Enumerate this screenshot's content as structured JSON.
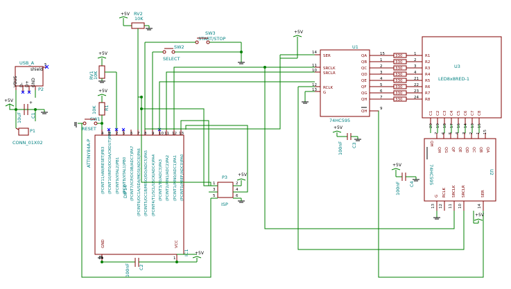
{
  "usb": {
    "ref": "USB_A",
    "shield": "shield",
    "pins": [
      "VBUS",
      "D-",
      "D+",
      "GND"
    ],
    "id": "P2",
    "pin5": "5"
  },
  "conn": {
    "ref": "P1",
    "value": "CONN_01X02",
    "c1ref": "C1",
    "c1val": "10uF",
    "vcc": "+5V",
    "pins": [
      "1",
      "2"
    ]
  },
  "rv2": {
    "ref": "RV2",
    "value": "10K",
    "vcc": "+5V"
  },
  "rv1": {
    "ref": "RV1",
    "value": "10K",
    "vcc": "+5V"
  },
  "r1": {
    "ref": "R1",
    "value": "10K",
    "vcc": "+5V"
  },
  "sw1": {
    "ref": "SW1",
    "value": "RESET"
  },
  "sw2": {
    "ref": "SW2",
    "value": "SELECT"
  },
  "sw3": {
    "ref": "SW3",
    "value": "START/STOP"
  },
  "ic1": {
    "ref": "IC1",
    "part": "ATTINY84A-P",
    "pkg": "DIP14",
    "gnd": "GND",
    "vcc": "VCC",
    "pin_gnd": "14",
    "pin_vcc": "1",
    "pins_top": [
      "4",
      "3",
      "2",
      "5",
      "6",
      "7",
      "8",
      "9",
      "10",
      "11",
      "12",
      "13"
    ],
    "pin_labels": [
      "(PCINT11/dW/RESET)PB3",
      "(PCINT10/INT0/OC0A/CKOUT)PB2",
      "(PCINT9/XTAL2)PB1",
      "(PCINT8/XTAL1)PB0",
      "(PCINT7/ICP/OC0B/ADC7)PA7",
      "(PCINT6/OC1A/SDA/MOSI/ADC6)PA6",
      "(PCINT5/OC1B/MISO/DO/ADC5)PA5",
      "(PCINT4/T1/SCL/USCK/ADC4)PA4",
      "(PCINT3/T0/ADC3)PA3",
      "(PCINT2/AIN1/ADC2)PA2",
      "(PCINT1/AIN0/ADC1)PA1",
      "(PCINT0/AREF/ADC0)PA0"
    ]
  },
  "c2": {
    "ref": "C2",
    "value": "100nF"
  },
  "c3": {
    "ref": "C3",
    "value": "100nF",
    "vcc": "+5V"
  },
  "c4": {
    "ref": "C4",
    "value": "100nF",
    "vcc": "+5V"
  },
  "p3": {
    "ref": "P3",
    "value": "ISP",
    "vcc": "+5V",
    "pins": [
      "1",
      "2",
      "3",
      "4",
      "5",
      "6"
    ]
  },
  "u1": {
    "ref": "U1",
    "part": "74HC595",
    "vcc": "+5V",
    "left_pins": [
      {
        "n": "14",
        "l": "SER"
      },
      {
        "n": "11",
        "l": "SRCLK"
      },
      {
        "n": "10",
        "l": "SRCLR"
      },
      {
        "n": "12",
        "l": "RCLK"
      },
      {
        "n": "13",
        "l": "G"
      }
    ],
    "right_pins": [
      {
        "n": "15",
        "l": "QA"
      },
      {
        "n": "1",
        "l": "QB"
      },
      {
        "n": "2",
        "l": "QC"
      },
      {
        "n": "3",
        "l": "QD"
      },
      {
        "n": "4",
        "l": "QE"
      },
      {
        "n": "5",
        "l": "QF"
      },
      {
        "n": "6",
        "l": "QG"
      },
      {
        "n": "7",
        "l": "QH"
      },
      {
        "n": "9",
        "l": "QH"
      }
    ]
  },
  "resistors": {
    "value": "330",
    "left": [
      "15",
      "1",
      "2",
      "3",
      "4",
      "5",
      "6",
      "7"
    ],
    "right": [
      "1",
      "2",
      "3",
      "4",
      "21",
      "22",
      "23",
      "24"
    ]
  },
  "u3": {
    "ref": "U3",
    "part": "LED8x8RED-1",
    "rows": [
      "R1",
      "R2",
      "R3",
      "R4",
      "R5",
      "R6",
      "R7",
      "R8"
    ],
    "cols": [
      "C1",
      "C2",
      "C3",
      "C4",
      "C5",
      "C6",
      "C7",
      "C8"
    ],
    "colpins": [
      "20",
      "19",
      "18",
      "17",
      "16",
      "14",
      "13",
      "15"
    ]
  },
  "u2": {
    "ref": "U2",
    "part": "74HC595",
    "top_pins": [
      "7",
      "6",
      "5",
      "4",
      "3",
      "2",
      "1",
      "15"
    ],
    "top_labels": [
      "QH",
      "QG",
      "QF",
      "QE",
      "QD",
      "QC",
      "QB",
      "QA"
    ],
    "bot_pins": [
      {
        "n": "13",
        "l": "G"
      },
      {
        "n": "12",
        "l": "RCLK"
      },
      {
        "n": "10",
        "l": "SRCLR"
      },
      {
        "n": "11",
        "l": "SRCLK"
      },
      {
        "n": "14",
        "l": "SER"
      }
    ],
    "side": "QH"
  },
  "vcc_label": "+5V",
  "nc": "X"
}
